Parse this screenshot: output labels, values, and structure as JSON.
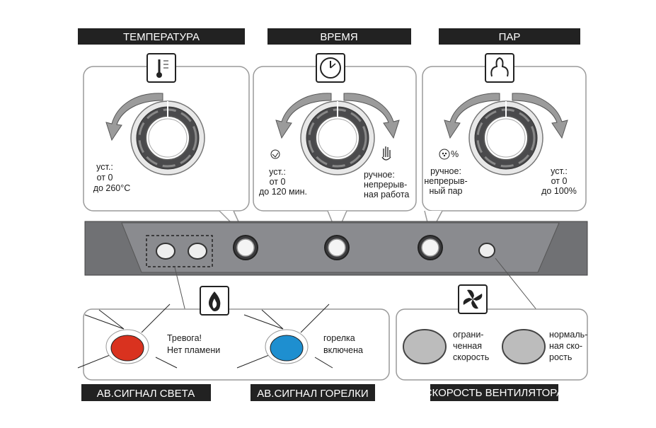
{
  "headers": {
    "temperature": "ТЕМПЕРАТУРА",
    "time": "ВРЕМЯ",
    "steam": "ПАР",
    "light_alarm": "АВ.СИГНАЛ СВЕТА",
    "burner_alarm": "АВ.СИГНАЛ ГОРЕЛКИ",
    "fan_speed": "СКОРОСТЬ ВЕНТИЛЯТОРА"
  },
  "temperature_panel": {
    "icon": "thermometer-icon",
    "range_lines": [
      "уст.:",
      "от 0",
      "до 260°C"
    ]
  },
  "time_panel": {
    "icon": "clock-icon",
    "left_icon": "small-clock-icon",
    "right_icon": "hand-icon",
    "range_lines": [
      "уст.:",
      "от 0",
      "до 120 мин."
    ],
    "manual_lines": [
      "ручное:",
      "непрерыв-",
      "ная работа"
    ]
  },
  "steam_panel": {
    "icon": "steam-icon",
    "left_icon": "steam-percent-icon",
    "left_symbol": "%",
    "manual_lines": [
      "ручное:",
      "непрерыв-",
      "ный пар"
    ],
    "range_lines": [
      "уст.:",
      "от 0",
      "до 100%"
    ]
  },
  "alarm_panel": {
    "icon": "flame-icon",
    "alarm_lines": [
      "Тревога!",
      "Нет пламени"
    ],
    "burner_lines": [
      "горелка",
      "включена"
    ],
    "alarm_color": "#d9321f",
    "burner_color": "#1e8fd0"
  },
  "fan_panel": {
    "icon": "fan-icon",
    "limited_lines": [
      "ограни-",
      "ченная",
      "скорость"
    ],
    "normal_lines": [
      "нормаль-",
      "ная ско-",
      "рость"
    ]
  }
}
